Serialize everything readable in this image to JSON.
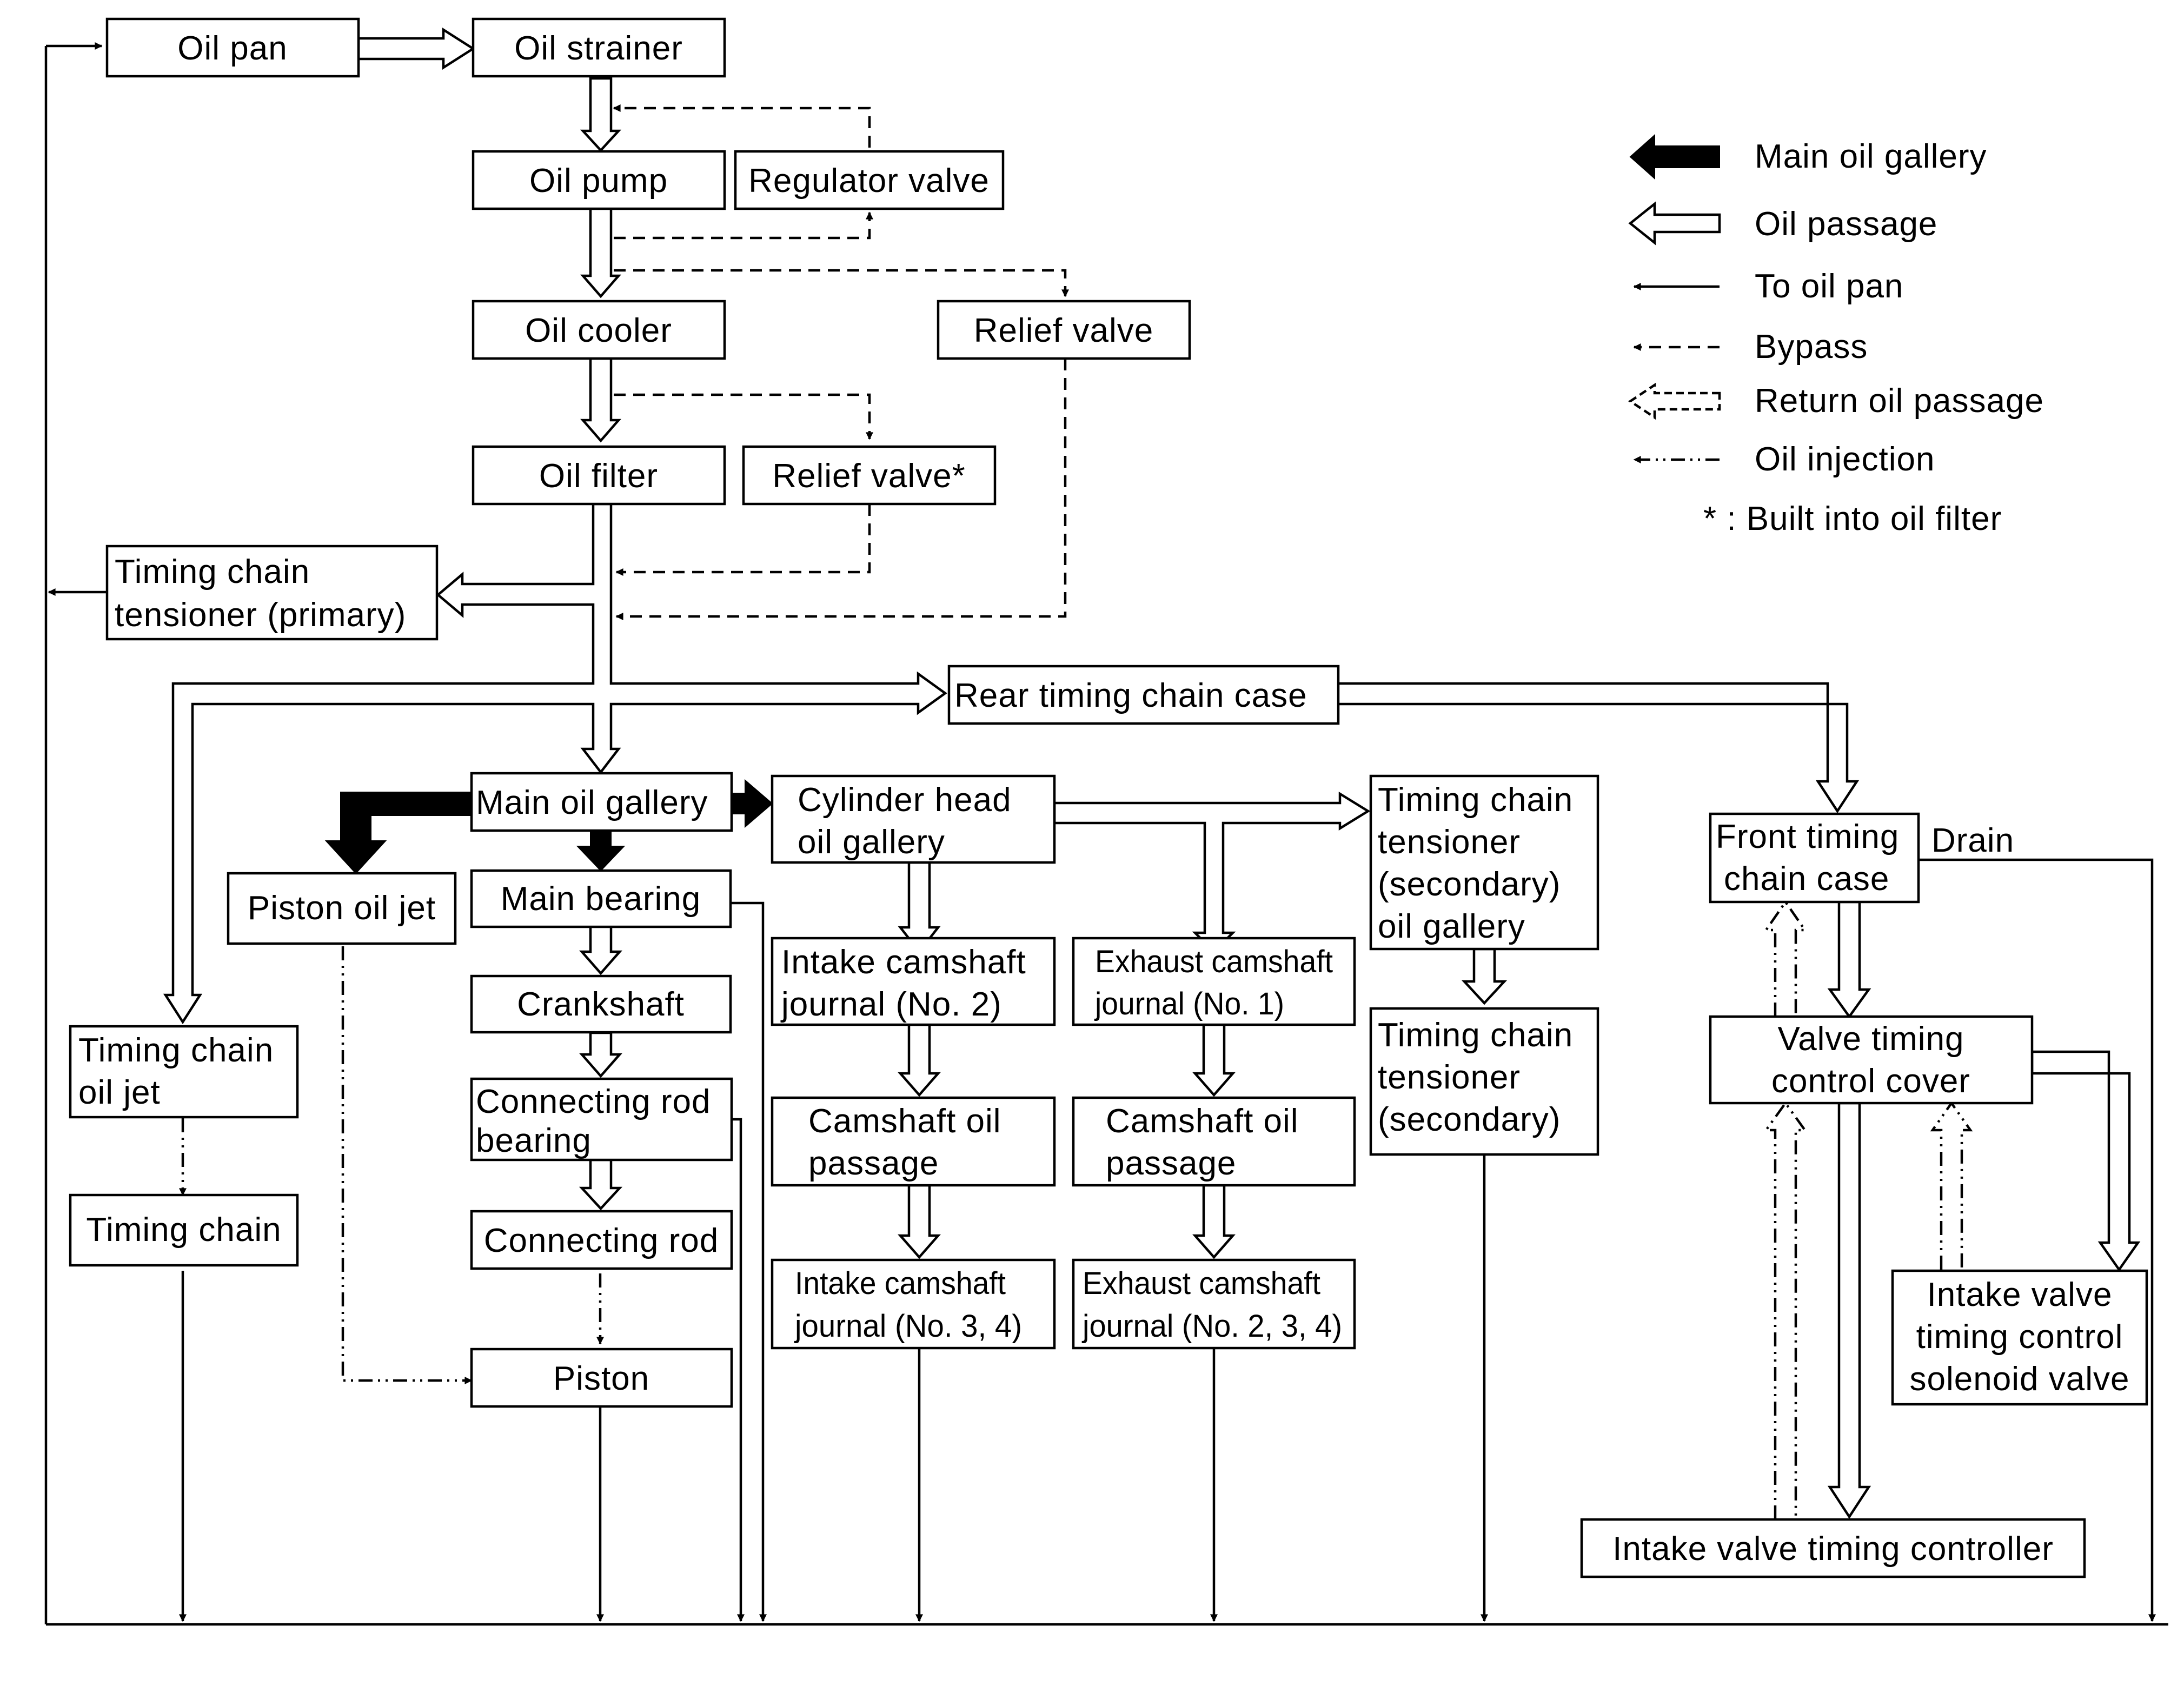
{
  "boxes": {
    "oil_pan": "Oil pan",
    "oil_strainer": "Oil strainer",
    "oil_pump": "Oil pump",
    "regulator_valve": "Regulator valve",
    "oil_cooler": "Oil cooler",
    "relief_valve": "Relief valve",
    "oil_filter": "Oil filter",
    "relief_valve_star": "Relief valve*",
    "tct_primary": [
      "Timing chain",
      "tensioner (primary)"
    ],
    "rear_tcc": "Rear timing chain case",
    "main_oil_gallery": "Main oil gallery",
    "cyl_head_gallery": [
      "Cylinder head",
      "oil gallery"
    ],
    "tct_secondary_gallery": [
      "Timing chain",
      "tensioner",
      "(secondary)",
      "oil gallery"
    ],
    "front_tcc": [
      "Front timing",
      "chain case"
    ],
    "piston_oil_jet": "Piston oil jet",
    "main_bearing": "Main bearing",
    "intake_cam_j2": [
      "Intake camshaft",
      "journal (No. 2)"
    ],
    "exhaust_cam_j1": [
      "Exhaust camshaft",
      "journal (No. 1)"
    ],
    "tct_secondary": [
      "Timing chain",
      "tensioner",
      "(secondary)"
    ],
    "timing_chain_oil_jet": [
      "Timing chain",
      "oil jet"
    ],
    "crankshaft": "Crankshaft",
    "conrod_bearing": [
      "Connecting rod",
      "bearing"
    ],
    "cam_oil_passage_intake": [
      "Camshaft oil",
      "passage"
    ],
    "cam_oil_passage_exhaust": [
      "Camshaft oil",
      "passage"
    ],
    "vtc_cover": [
      "Valve timing",
      "control cover"
    ],
    "timing_chain": "Timing chain",
    "connecting_rod": "Connecting rod",
    "intake_cam_j34": [
      "Intake camshaft",
      "journal (No. 3, 4)"
    ],
    "exhaust_cam_j234": [
      "Exhaust camshaft",
      "journal (No. 2, 3, 4)"
    ],
    "intake_vtc_solenoid": [
      "Intake valve",
      "timing control",
      "solenoid valve"
    ],
    "piston": "Piston",
    "intake_vt_controller": "Intake valve timing controller"
  },
  "labels": {
    "drain": "Drain"
  },
  "legend": {
    "items": [
      {
        "symbol": "solid-arrow",
        "label": "Main oil gallery"
      },
      {
        "symbol": "hollow-arrow",
        "label": "Oil passage"
      },
      {
        "symbol": "line-arrow",
        "label": "To oil pan"
      },
      {
        "symbol": "dashed-arrow",
        "label": "Bypass"
      },
      {
        "symbol": "dashed-hollow-arrow",
        "label": "Return oil passage"
      },
      {
        "symbol": "dashdot-arrow",
        "label": "Oil injection"
      }
    ],
    "footnote": "* : Built into oil filter"
  }
}
